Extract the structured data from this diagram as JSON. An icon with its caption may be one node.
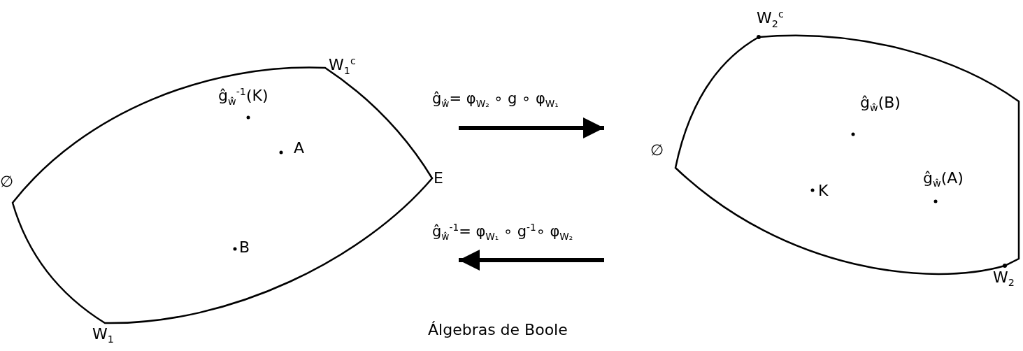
{
  "diagram": {
    "caption": "Álgebras de Boole",
    "nodes": [
      {
        "text": [
          "ĝ$_{ŵ}$$^{-1}$(K)",
          "A",
          "B"
        ],
        "beside": [
          "W$_{1}$$^{c}$",
          "E",
          "W$_{1}$",
          "∅"
        ]
      },
      {
        "text": [
          "ĝ$_{ŵ}$(B)",
          "K",
          "ĝ$_{ŵ}$(A)"
        ],
        "beside": [
          "W$_{2}$$^{c}$",
          "∅",
          "W$_{2}$"
        ]
      }
    ],
    "edges": [
      {
        "from": 0,
        "to": 1,
        "arrow": "to",
        "label": "ĝ$_{ŵ}$= φ$_{W₂}$ ∘ g ∘ φ$_{W₁}$"
      },
      {
        "from": 1,
        "to": 0,
        "arrow": "to",
        "label": "ĝ$_{ŵ}$$^{-1}$= φ$_{W₁}$ ∘ g$^{-1}$∘ φ$_{W₂}$"
      }
    ]
  }
}
